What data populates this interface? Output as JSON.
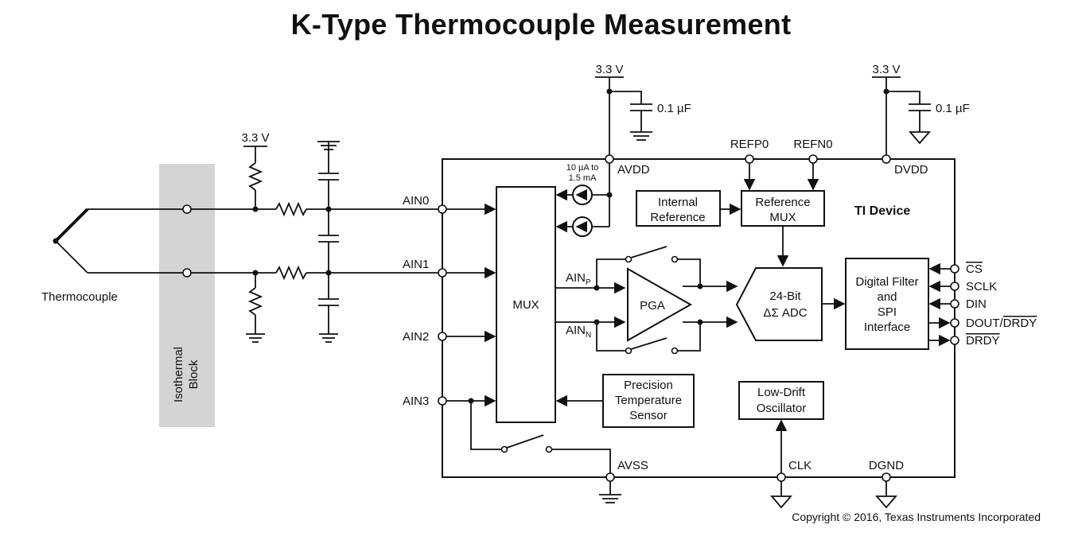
{
  "title": "K-Type Thermocouple Measurement",
  "supply": {
    "avdd_rail": "3.3 V",
    "dvdd_rail": "3.3 V",
    "bias_rail": "3.3 V",
    "cap_avdd": "0.1 µF",
    "cap_dvdd": "0.1 µF"
  },
  "left": {
    "thermocouple": "Thermocouple",
    "isothermal_line1": "Isothermal",
    "isothermal_line2": "Block"
  },
  "pins": {
    "ain0": "AIN0",
    "ain1": "AIN1",
    "ain2": "AIN2",
    "ain3": "AIN3",
    "avdd": "AVDD",
    "dvdd": "DVDD",
    "refp0": "REFP0",
    "refn0": "REFN0",
    "avss": "AVSS",
    "clk": "CLK",
    "dgnd": "DGND",
    "cs": "CS",
    "sclk": "SCLK",
    "din": "DIN",
    "dout": "DOUT/",
    "dout_bar": "DRDY",
    "drdy": "DRDY"
  },
  "blocks": {
    "idac_line1": "10 µA to",
    "idac_line2": "1.5 mA",
    "mux": "MUX",
    "pga": "PGA",
    "ainp": "AIN",
    "ainp_sub": "P",
    "ainn": "AIN",
    "ainn_sub": "N",
    "int_ref_line1": "Internal",
    "int_ref_line2": "Reference",
    "ref_mux_line1": "Reference",
    "ref_mux_line2": "MUX",
    "device": "TI Device",
    "adc_line1": "24-Bit",
    "adc_line2": "ΔΣ ADC",
    "filter_line1": "Digital Filter",
    "filter_line2": "and",
    "filter_line3": "SPI",
    "filter_line4": "Interface",
    "temp_line1": "Precision",
    "temp_line2": "Temperature",
    "temp_line3": "Sensor",
    "osc_line1": "Low-Drift",
    "osc_line2": "Oscillator"
  },
  "copyright": "Copyright © 2016, Texas Instruments Incorporated"
}
